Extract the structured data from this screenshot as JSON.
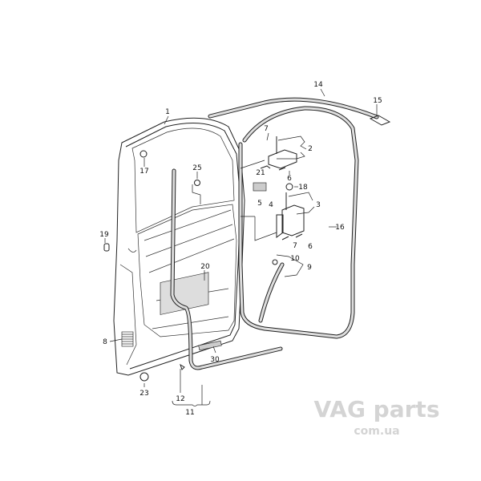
{
  "watermark": {
    "brand": "VAG parts",
    "domain": "com.ua"
  },
  "labels": {
    "p1": "1",
    "p2": "2",
    "p3": "3",
    "p4": "4",
    "p5": "5",
    "p6a": "6",
    "p6b": "6",
    "p7a": "7",
    "p7b": "7",
    "p8": "8",
    "p9": "9",
    "p10": "10",
    "p11": "11",
    "p12": "12",
    "p14": "14",
    "p15": "15",
    "p16": "16",
    "p17": "17",
    "p18": "18",
    "p19": "19",
    "p20": "20",
    "p21": "21",
    "p23": "23",
    "p25": "25",
    "p30": "30"
  }
}
